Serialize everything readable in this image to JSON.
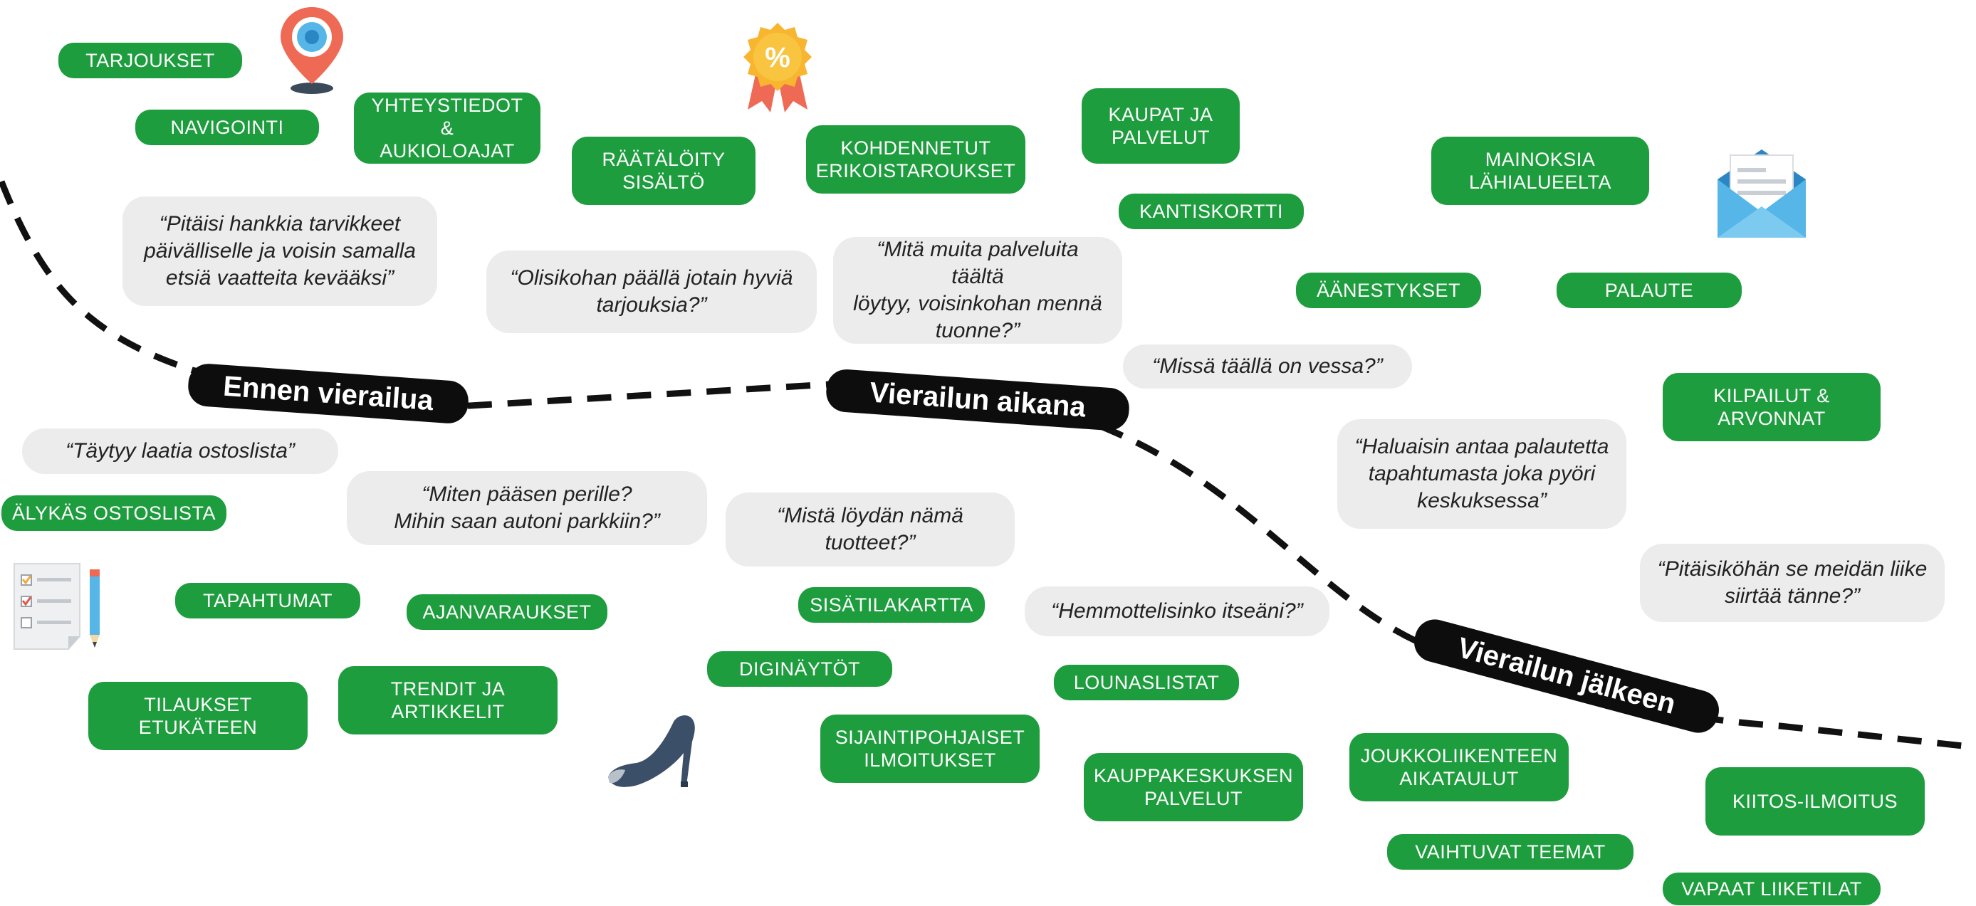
{
  "phases": {
    "before": "Ennen vierailua",
    "during": "Vierailun aikana",
    "after": "Vierailun jälkeen"
  },
  "tags": {
    "tarjoukset": "TARJOUKSET",
    "navigointi": "NAVIGOINTI",
    "yhteystiedot": "YHTEYSTIEDOT &\nAUKIOLOAJAT",
    "raatalaity": "RÄÄTÄLÖITY\nSISÄLTÖ",
    "kohdennetut": "KOHDENNETUT\nERIKOISTAROUKSET",
    "kaupat": "KAUPAT JA\nPALVELUT",
    "kantiskortti": "KANTISKORTTI",
    "mainoksia": "MAINOKSIA\nLÄHIALUEELTA",
    "aanestykset": "ÄÄNESTYKSET",
    "palaute": "PALAUTE",
    "kilpailut": "KILPAILUT &\nARVONNAT",
    "alykas": "ÄLYKÄS OSTOSLISTA",
    "tapahtumat": "TAPAHTUMAT",
    "ajanvaraukset": "AJANVARAUKSET",
    "sisatilakartta": "SISÄTILAKARTTA",
    "diginaytot": "DIGINÄYTÖT",
    "tilaukset": "TILAUKSET\nETUKÄTEEN",
    "trendit": "TRENDIT JA\nARTIKKELIT",
    "lounaslistat": "LOUNASLISTAT",
    "sijainti": "SIJAINTIPOHJAISET\nILMOITUKSET",
    "kauppakeskuksen": "KAUPPAKESKUKSEN\nPALVELUT",
    "joukkoliikenteen": "JOUKKOLIIKENTEEN\nAIKATAULUT",
    "kiitos": "KIITOS-ILMOITUS",
    "vaihtuvat": "VAIHTUVAT TEEMAT",
    "vapaat": "VAPAAT LIIKETILAT"
  },
  "quotes": {
    "tarvikkeet": "“Pitäisi hankkia tarvikkeet\npäivälliselle ja voisin samalla\netsiä vaatteita kevääksi”",
    "tarjouksia": "“Olisikohan päällä jotain hyviä\ntarjouksia?”",
    "palveluita": "“Mitä muita palveluita täältä\nlöytyy, voisinkohan mennä\ntuonne?”",
    "vessa": "“Missä täällä on vessa?”",
    "ostoslista": "“Täytyy laatia ostoslista”",
    "perille": "“Miten pääsen perille?\nMihin saan autoni parkkiin?”",
    "tuotteet": "“Mistä löydän nämä\ntuotteet?”",
    "hemmottelisinko": "“Hemmottelisinko itseäni?”",
    "palautetta": "“Haluaisin antaa palautetta\ntapahtumasta joka pyöri\nkeskuksessa”",
    "siirtaa": "“Pitäisiköhän se meidän liike\nsiirtää tänne?”"
  },
  "icons": {
    "location": "map-pin-icon",
    "discount": "discount-badge-icon",
    "mail": "envelope-letter-icon",
    "checklist": "checklist-pencil-icon",
    "shoe": "high-heel-shoe-icon"
  },
  "colors": {
    "tag_green": "#1e9d3e",
    "bubble_gray": "#ececec",
    "phase_black": "#0d0d0d",
    "pin_red": "#ef6a55",
    "badge_orange": "#f7b530",
    "mail_blue": "#57b6e8"
  }
}
